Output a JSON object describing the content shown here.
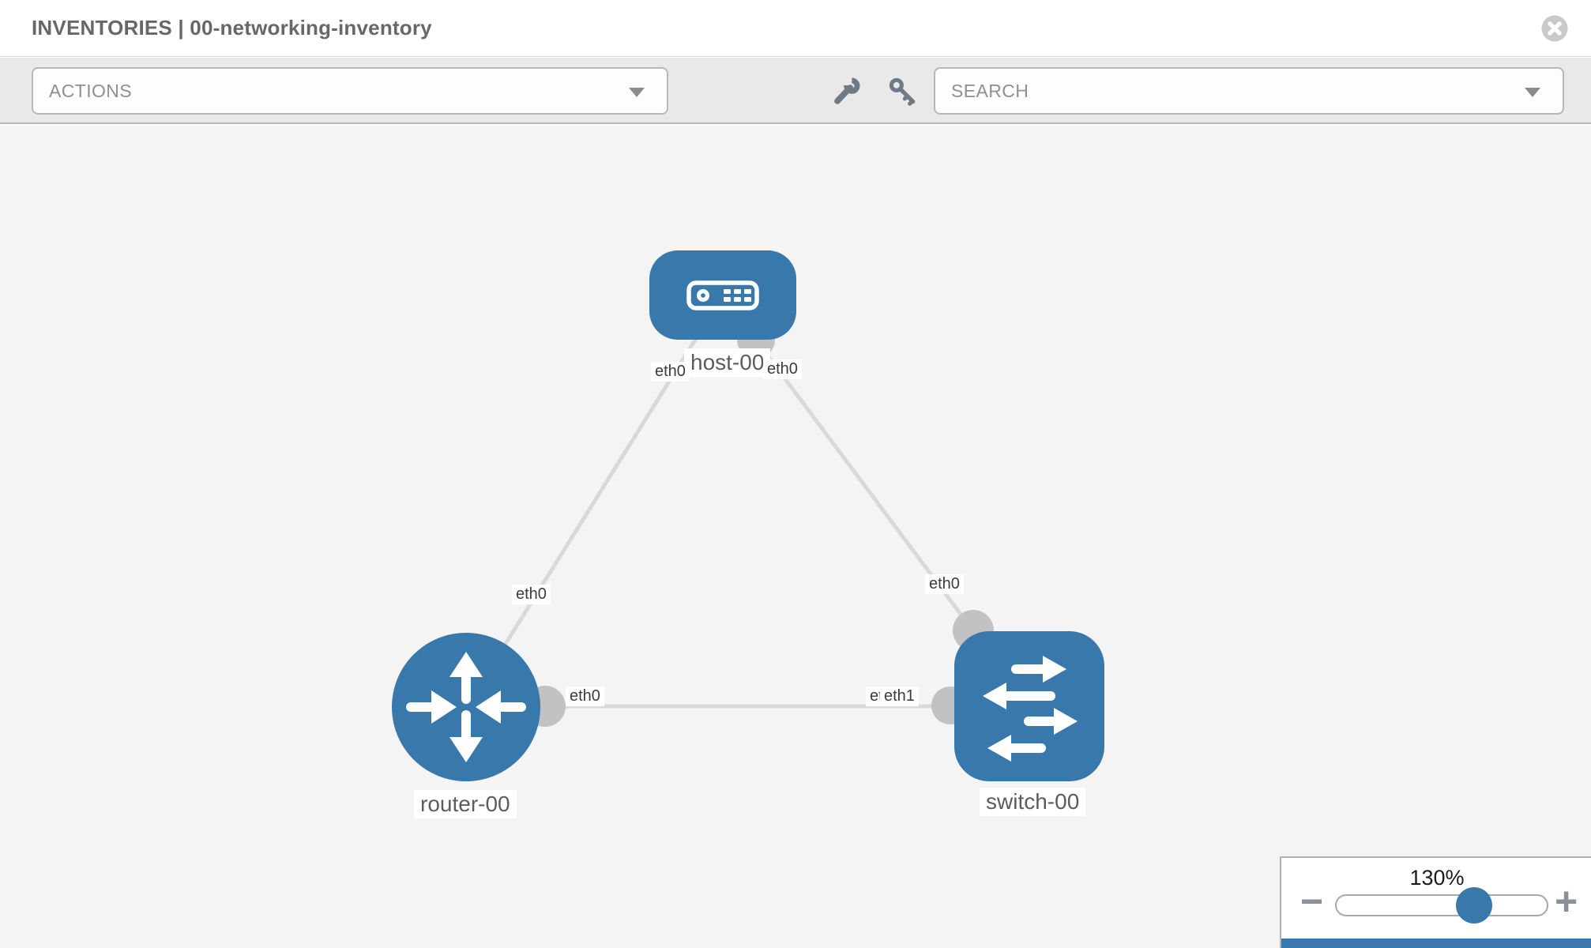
{
  "header": {
    "title": "INVENTORIES | 00-networking-inventory"
  },
  "toolbar": {
    "actions": {
      "label": "ACTIONS"
    },
    "search": {
      "label": "SEARCH"
    },
    "icons": {
      "left": "wrench-icon",
      "right": "key-icon"
    }
  },
  "topology": {
    "nodes": [
      {
        "name": "host-00",
        "type": "host"
      },
      {
        "name": "router-00",
        "type": "router"
      },
      {
        "name": "switch-00",
        "type": "switch"
      }
    ],
    "links": [
      {
        "source": "host-00",
        "source_interface": "eth0",
        "target": "router-00",
        "target_interface": "eth0"
      },
      {
        "source": "host-00",
        "source_interface": "eth0",
        "target": "switch-00",
        "target_interface": "eth0"
      },
      {
        "source": "router-00",
        "source_interface": "eth0",
        "target": "switch-00",
        "target_interface": "eth1"
      }
    ],
    "interface_labels": {
      "host_to_router_at_host": "eth0",
      "host_to_router_at_router": "eth0",
      "host_to_switch_at_host": "eth0",
      "host_to_switch_at_switch": "eth0",
      "router_to_switch_at_router": "eth0",
      "router_to_switch_at_switch_back": "eth0",
      "router_to_switch_at_switch_front": "eth1"
    }
  },
  "zoom": {
    "level": "130%",
    "minus": "−",
    "plus": "+"
  },
  "colors": {
    "node_blue": "#3878ab",
    "link_gray": "#d9d9d9",
    "dot_gray": "#c2c2c2",
    "canvas_bg": "#f4f4f4",
    "toolbar_bg": "#e9e9e9"
  }
}
